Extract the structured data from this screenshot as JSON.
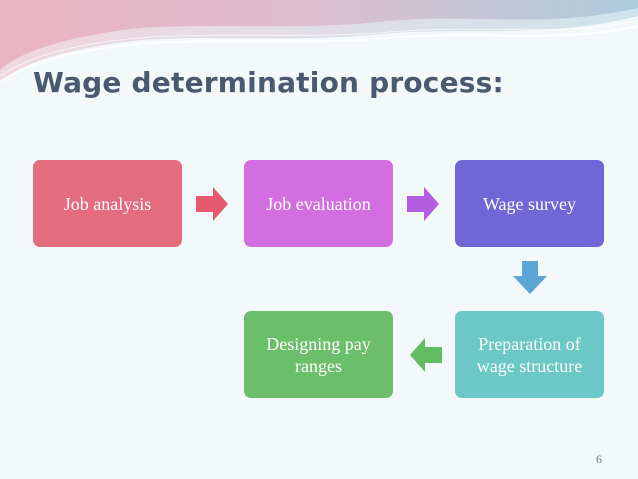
{
  "slide": {
    "title": "Wage determination process:",
    "page_number": "6"
  },
  "diagram": {
    "nodes": [
      {
        "id": "job-analysis",
        "label": "Job analysis",
        "color": "#e36c7e"
      },
      {
        "id": "job-evaluation",
        "label": "Job evaluation",
        "color": "#d26ee0"
      },
      {
        "id": "wage-survey",
        "label": "Wage survey",
        "color": "#6f67d6"
      },
      {
        "id": "preparation",
        "label": "Preparation of wage structure",
        "color": "#6cc8c7"
      },
      {
        "id": "designing-pay",
        "label": "Designing pay ranges",
        "color": "#6cbf6a"
      }
    ],
    "arrows": [
      {
        "from": "job-analysis",
        "to": "job-evaluation",
        "direction": "right",
        "color": "#e55a6e"
      },
      {
        "from": "job-evaluation",
        "to": "wage-survey",
        "direction": "right",
        "color": "#b35ee0"
      },
      {
        "from": "wage-survey",
        "to": "preparation",
        "direction": "down",
        "color": "#5aa6d4"
      },
      {
        "from": "preparation",
        "to": "designing-pay",
        "direction": "left",
        "color": "#62bd62"
      }
    ]
  }
}
